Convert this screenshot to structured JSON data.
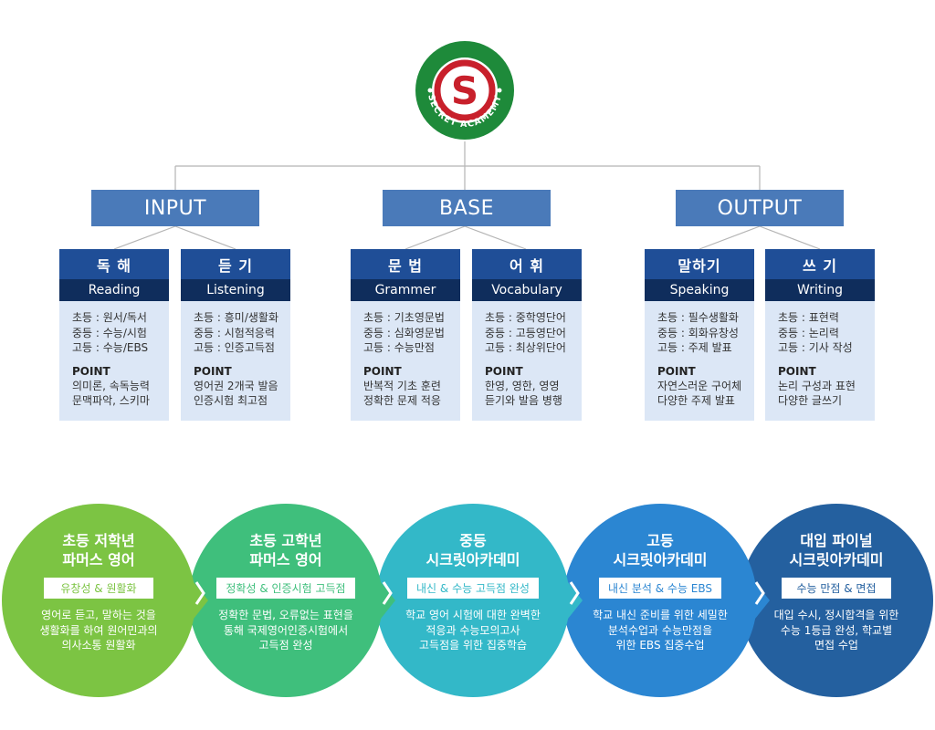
{
  "logo": {
    "letter": "S",
    "ring_text": "SECRET ACAMEMY",
    "colors": {
      "ring": "#1e8a3a",
      "inner_ring": "#c8202b",
      "letter": "#c8202b",
      "center": "#ffffff"
    }
  },
  "categories": [
    {
      "label": "INPUT",
      "cards": [
        {
          "title": "독 해",
          "subtitle": "Reading",
          "levels": [
            "초등 : 원서/독서",
            "중등 : 수능/시험",
            "고등 : 수능/EBS"
          ],
          "point_label": "POINT",
          "point": [
            "의미론, 속독능력",
            "문맥파악, 스키마"
          ]
        },
        {
          "title": "듣 기",
          "subtitle": "Listening",
          "levels": [
            "초등 : 흥미/생활화",
            "중등 : 시험적응력",
            "고등 : 인증고득점"
          ],
          "point_label": "POINT",
          "point": [
            "영어권 2개국 발음",
            "인증시험 최고점"
          ]
        }
      ]
    },
    {
      "label": "BASE",
      "cards": [
        {
          "title": "문 법",
          "subtitle": "Grammer",
          "levels": [
            "초등 : 기초영문법",
            "중등 : 심화영문법",
            "고등 : 수능만점"
          ],
          "point_label": "POINT",
          "point": [
            "반복적 기초 훈련",
            "정확한 문제 적응"
          ]
        },
        {
          "title": "어 휘",
          "subtitle": "Vocabulary",
          "levels": [
            "초등 : 중학영단어",
            "중등 : 고등영단어",
            "고등 : 최상위단어"
          ],
          "point_label": "POINT",
          "point": [
            "한영, 영한, 영영",
            "듣기와 발음 병행"
          ]
        }
      ]
    },
    {
      "label": "OUTPUT",
      "cards": [
        {
          "title": "말하기",
          "subtitle": "Speaking",
          "levels": [
            "초등 : 필수생활화",
            "중등 : 회화유창성",
            "고등 : 주제 발표"
          ],
          "point_label": "POINT",
          "point": [
            "자연스러운 구어체",
            "다양한 주제 발표"
          ]
        },
        {
          "title": "쓰 기",
          "subtitle": "Writing",
          "levels": [
            "초등 : 표현력",
            "중등 : 논리력",
            "고등 : 기사 작성"
          ],
          "point_label": "POINT",
          "point": [
            "논리 구성과 표현",
            "다양한 글쓰기"
          ]
        }
      ]
    }
  ],
  "stages": [
    {
      "title": [
        "초등 저학년",
        "파머스 영어"
      ],
      "badge": "유창성 & 원활화",
      "desc": [
        "영어로 듣고, 말하는 것을",
        "생활화를 하여 원어민과의",
        "의사소통 원활화"
      ],
      "color": "#7cc443"
    },
    {
      "title": [
        "초등 고학년",
        "파머스 영어"
      ],
      "badge": "정확성 & 인증시험 고득점",
      "desc": [
        "정확한 문법, 오류없는 표현을",
        "통해 국제영어인증시험에서",
        "고득점 완성"
      ],
      "color": "#3fbf7c"
    },
    {
      "title": [
        "중등",
        "시크릿아카데미"
      ],
      "badge": "내신 & 수능 고득점 완성",
      "desc": [
        "학교 영어 시험에 대한 완벽한",
        "적응과 수능모의고사",
        "고득점을 위한 집중학습"
      ],
      "color": "#33b8c8"
    },
    {
      "title": [
        "고등",
        "시크릿아카데미"
      ],
      "badge": "내신 분석 & 수능 EBS",
      "desc": [
        "학교 내신 준비를 위한 세밀한",
        "분석수업과 수능만점을",
        "위한 EBS 집중수업"
      ],
      "color": "#2b86d2"
    },
    {
      "title": [
        "대입 파이널",
        "시크릿아카데미"
      ],
      "badge": "수능 만점 & 면접",
      "desc": [
        "대입 수시, 정시합격을 위한",
        "수능 1등급 완성, 학교별",
        "면접 수업"
      ],
      "color": "#24609f"
    }
  ]
}
